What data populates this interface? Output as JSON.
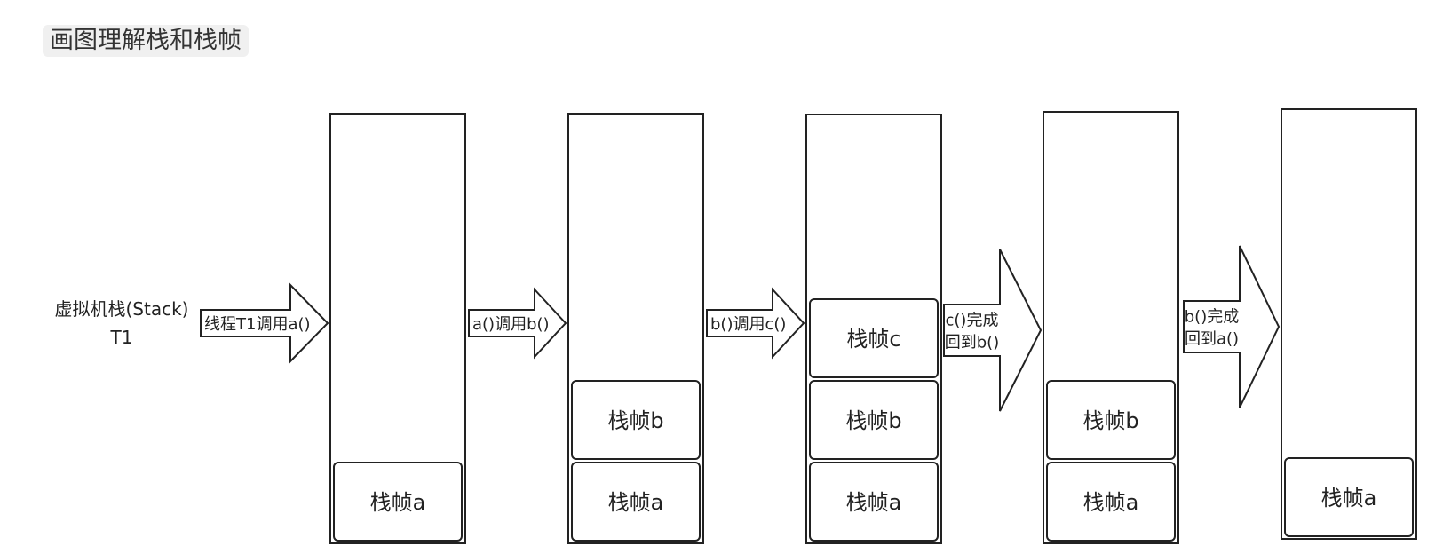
{
  "title": "画图理解栈和栈帧",
  "stack_label": {
    "line1": "虚拟机栈(Stack)",
    "line2": "T1"
  },
  "arrows": [
    {
      "lines": [
        "线程T1调用a()"
      ]
    },
    {
      "lines": [
        "a()调用b()"
      ]
    },
    {
      "lines": [
        "b()调用c()"
      ]
    },
    {
      "lines": [
        "c()完成",
        "回到b()"
      ]
    },
    {
      "lines": [
        "b()完成",
        "回到a()"
      ]
    }
  ],
  "stacks": [
    {
      "frames": [
        "栈帧a"
      ]
    },
    {
      "frames": [
        "栈帧a",
        "栈帧b"
      ]
    },
    {
      "frames": [
        "栈帧a",
        "栈帧b",
        "栈帧c"
      ]
    },
    {
      "frames": [
        "栈帧a",
        "栈帧b"
      ]
    },
    {
      "frames": [
        "栈帧a"
      ]
    }
  ],
  "colors": {
    "stroke": "#222222",
    "fill": "#ffffff",
    "text": "#222222",
    "title_background": "#f0f0f0"
  }
}
